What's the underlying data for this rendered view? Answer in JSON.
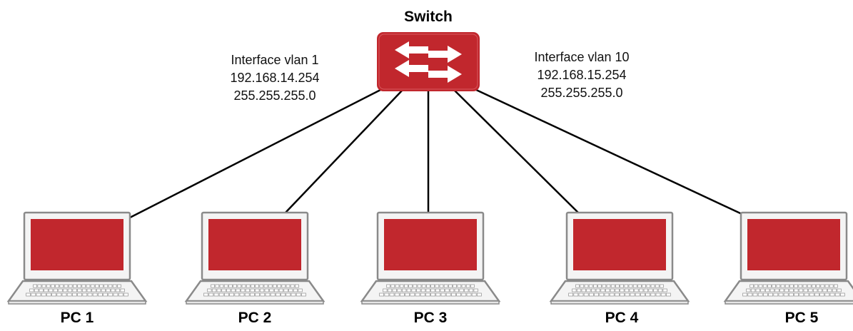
{
  "switch": {
    "label": "Switch",
    "icon": "switch-icon",
    "color": "#c1272d"
  },
  "interfaces": [
    {
      "name": "Interface vlan 1",
      "ip": "192.168.14.254",
      "mask": "255.255.255.0"
    },
    {
      "name": "Interface vlan 10",
      "ip": "192.168.15.254",
      "mask": "255.255.255.0"
    }
  ],
  "pcs": [
    {
      "label": "PC 1",
      "icon": "laptop-icon"
    },
    {
      "label": "PC 2",
      "icon": "laptop-icon"
    },
    {
      "label": "PC 3",
      "icon": "laptop-icon"
    },
    {
      "label": "PC 4",
      "icon": "laptop-icon"
    },
    {
      "label": "PC 5",
      "icon": "laptop-icon"
    }
  ],
  "colors": {
    "device": "#c1272d",
    "outline": "#8a8a8a",
    "link": "#000000"
  }
}
